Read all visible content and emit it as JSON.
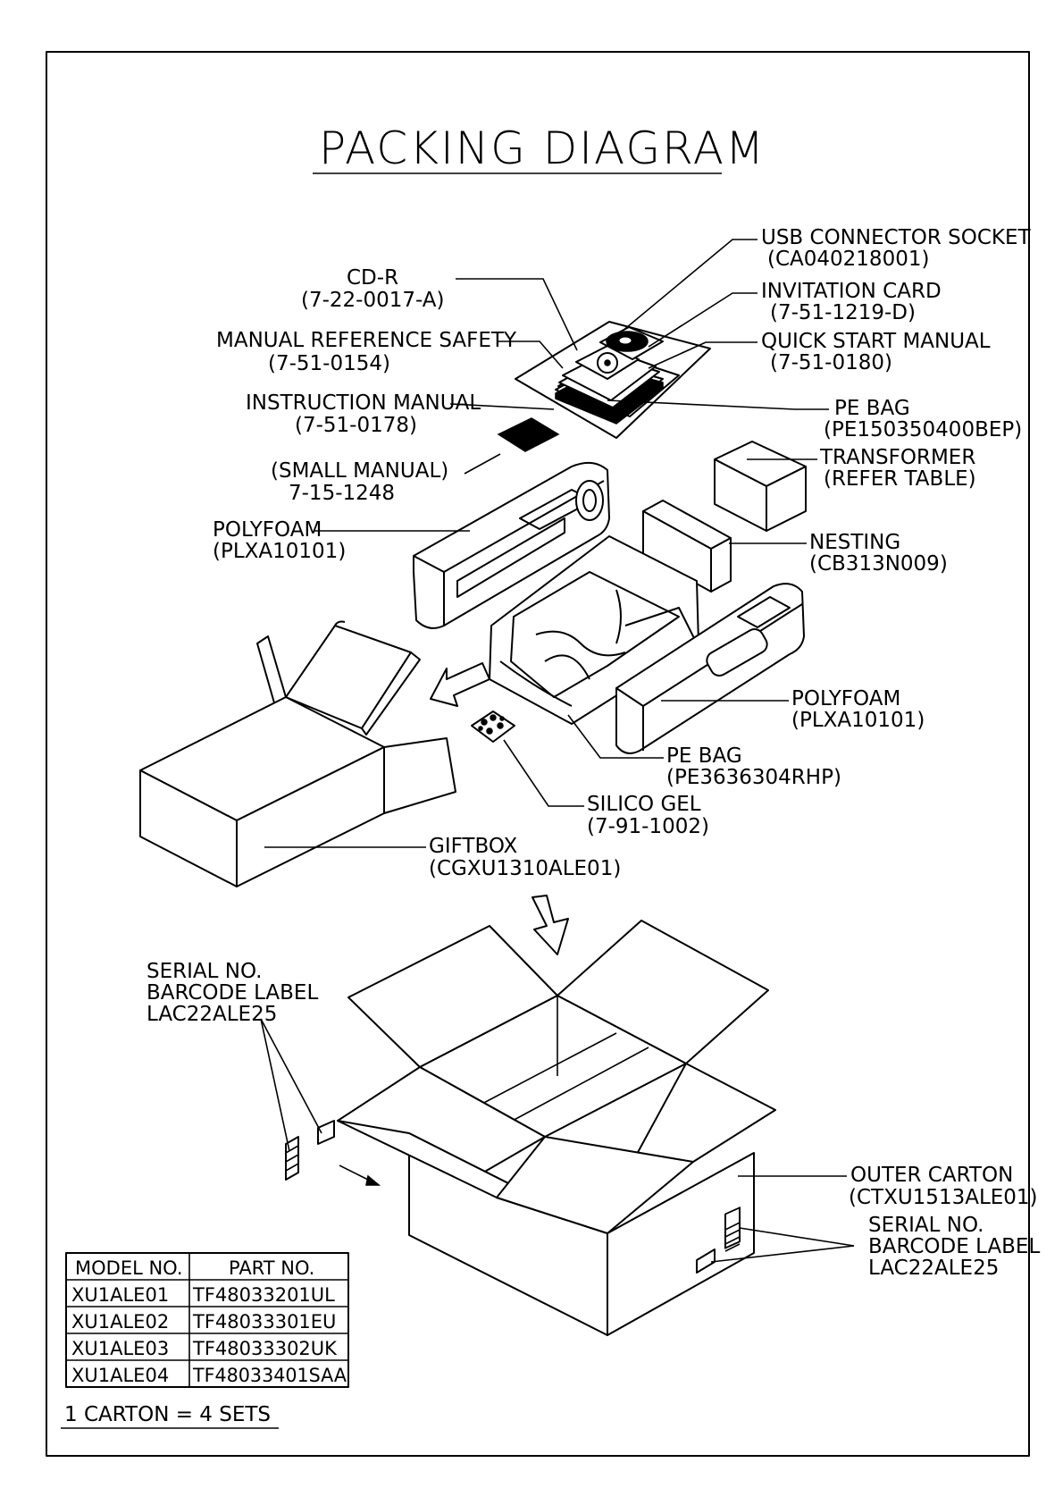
{
  "title": "PACKING DIAGRAM",
  "labels": {
    "usb": [
      "USB CONNECTOR SOCKET",
      "(CA040218001)"
    ],
    "invitation": [
      "INVITATION CARD",
      "(7-51-1219-D)"
    ],
    "quickstart": [
      "QUICK START MANUAL",
      "(7-51-0180)"
    ],
    "pebag1": [
      "PE BAG",
      "(PE150350400BEP)"
    ],
    "transformer": [
      "TRANSFORMER",
      "(REFER TABLE)"
    ],
    "nesting": [
      "NESTING",
      "(CB313N009)"
    ],
    "polyfoam_right": [
      "POLYFOAM",
      "(PLXA10101)"
    ],
    "pebag2": [
      "PE BAG",
      "(PE3636304RHP)"
    ],
    "silico": [
      "SILICO GEL",
      "(7-91-1002)"
    ],
    "giftbox": [
      "GIFTBOX",
      "(CGXU1310ALE01)"
    ],
    "cdr": [
      "CD-R",
      "(7-22-0017-A)"
    ],
    "safety": [
      "MANUAL REFERENCE SAFETY",
      "(7-51-0154)"
    ],
    "instruction": [
      "INSTRUCTION MANUAL",
      "(7-51-0178)"
    ],
    "smallmanual": [
      "(SMALL MANUAL)",
      "7-15-1248"
    ],
    "polyfoam_left": [
      "POLYFOAM",
      "(PLXA10101)"
    ],
    "serial_left": [
      "SERIAL NO.",
      "BARCODE LABEL",
      "LAC22ALE25"
    ],
    "outer": [
      "OUTER CARTON",
      "(CTXU1513ALE01)"
    ],
    "serial_right": [
      "SERIAL NO.",
      "BARCODE LABEL",
      "LAC22ALE25"
    ]
  },
  "table": {
    "headers": [
      "MODEL NO.",
      "PART NO."
    ],
    "rows": [
      [
        "XU1ALE01",
        "TF48033201UL"
      ],
      [
        "XU1ALE02",
        "TF48033301EU"
      ],
      [
        "XU1ALE03",
        "TF48033302UK"
      ],
      [
        "XU1ALE04",
        "TF48033401SAA"
      ]
    ]
  },
  "footer": "1 CARTON = 4 SETS"
}
